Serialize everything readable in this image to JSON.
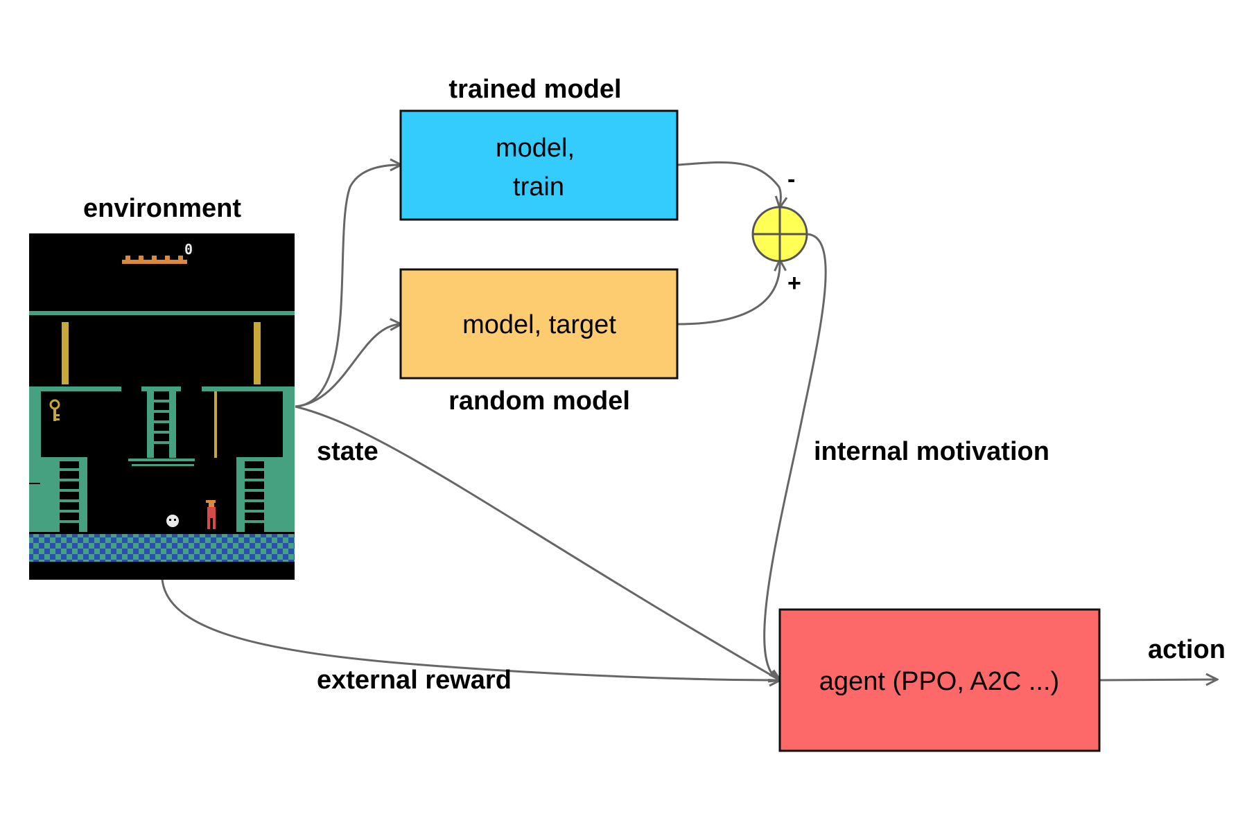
{
  "labels": {
    "environment": "environment",
    "trained_model": "trained model",
    "random_model": "random model",
    "state": "state",
    "internal_motivation": "internal motivation",
    "external_reward": "external reward",
    "action": "action",
    "minus": "-",
    "plus": "+"
  },
  "boxes": {
    "trained": {
      "line1": "model,",
      "line2": "train"
    },
    "target": {
      "text": "model, target"
    },
    "agent": {
      "text": "agent (PPO, A2C ...)"
    }
  },
  "game": {
    "score": "0"
  },
  "colors": {
    "trained_box": "#33ccfc",
    "target_box": "#fdcc71",
    "agent_box": "#fd6868",
    "sum_node": "#ffff55",
    "connector": "#666666",
    "game_bg": "#000000",
    "game_green": "#45a17f",
    "game_floor_blue": "#2a4fb0",
    "game_yellow": "#c8a838",
    "game_orange": "#d98b3a"
  }
}
